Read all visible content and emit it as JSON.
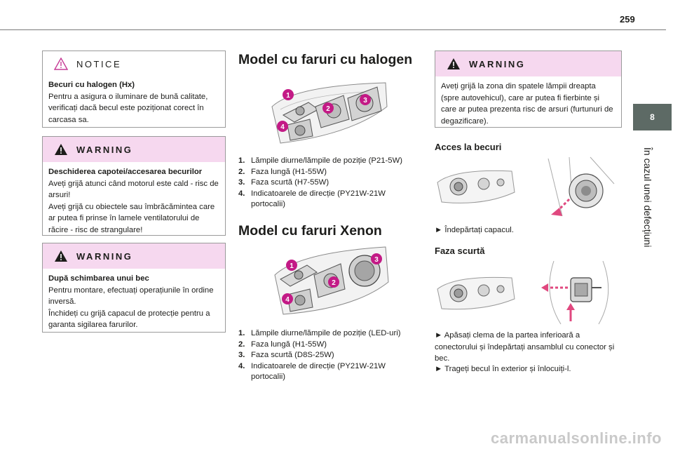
{
  "page_number": "259",
  "chapter": {
    "number": "8",
    "title": "În cazul unei defecțiuni"
  },
  "notice": {
    "label": "NOTICE",
    "heading": "Becuri cu halogen (Hx)",
    "text": "Pentru a asigura o iluminare de bună calitate, verificați dacă becul este poziționat corect în carcasa sa."
  },
  "warning1": {
    "label": "WARNING",
    "heading": "Deschiderea capotei/accesarea becurilor",
    "lines": [
      "Aveți grijă atunci când motorul este cald - risc de arsuri!",
      "Aveți grijă cu obiectele sau îmbrăcămintea care ar putea fi prinse în lamele ventilatorului de răcire - risc de strangulare!"
    ]
  },
  "warning2": {
    "label": "WARNING",
    "heading": "După schimbarea unui bec",
    "lines": [
      "Pentru montare, efectuați operațiunile în ordine inversă.",
      "Închideți cu grijă capacul de protecție pentru a garanta sigilarea farurilor."
    ]
  },
  "halogen": {
    "title": "Model cu faruri cu halogen",
    "items": [
      {
        "n": "1.",
        "text": "Lămpile diurne/lămpile de poziție (P21-5W)"
      },
      {
        "n": "2.",
        "text": "Faza lungă (H1-55W)"
      },
      {
        "n": "3.",
        "text": "Faza scurtă (H7-55W)"
      },
      {
        "n": "4.",
        "text": "Indicatoarele de direcție (PY21W-21W portocalii)"
      }
    ]
  },
  "xenon": {
    "title": "Model cu faruri Xenon",
    "items": [
      {
        "n": "1.",
        "text": "Lămpile diurne/lămpile de poziție (LED-uri)"
      },
      {
        "n": "2.",
        "text": "Faza lungă (H1-55W)"
      },
      {
        "n": "3.",
        "text": "Faza scurtă (D8S-25W)"
      },
      {
        "n": "4.",
        "text": "Indicatoarele de direcție (PY21W-21W portocalii)"
      }
    ]
  },
  "callouts": [
    "1",
    "2",
    "3",
    "4"
  ],
  "warning3": {
    "label": "WARNING",
    "text": "Aveți grijă la zona din spatele lămpii dreapta (spre autovehicul), care ar putea fi fierbinte și care ar putea prezenta risc de arsuri (furtunuri de degazificare)."
  },
  "access": {
    "title": "Acces la becuri",
    "step": "► Îndepărtați capacul."
  },
  "low_beam": {
    "title": "Faza scurtă",
    "step1": "► Apăsați clema de la partea inferioară a conectorului și îndepărtați ansamblul cu conector și bec.",
    "step2": "► Trageți becul în exterior și înlocuiți-l."
  },
  "watermark": "carmanualsonline.info",
  "colors": {
    "accent_magenta": "#b0177f",
    "warning_bg": "#f6d8ef",
    "tab_bg": "#5d6a65",
    "arrow_pink": "#e0487f"
  }
}
